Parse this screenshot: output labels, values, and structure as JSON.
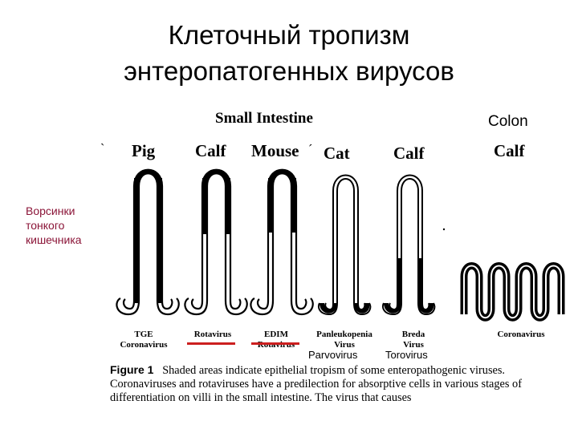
{
  "title": {
    "line1": "Клеточный тропизм",
    "line2": "энтеропатогенных вирусов"
  },
  "side_label": "Ворсинки тонкого кишечника",
  "group_headers": {
    "small_intestine": "Small Intestine",
    "colon": "Colon"
  },
  "animals": [
    "Pig",
    "Calf",
    "Mouse",
    "Cat",
    "Calf",
    "Calf"
  ],
  "captions": {
    "pig": [
      "TGE",
      "Coronavirus"
    ],
    "calf": [
      "Rotavirus"
    ],
    "mouse": [
      "EDIM",
      "Rotavirus"
    ],
    "cat": [
      "Panleukopenia",
      "Virus"
    ],
    "calf2": [
      "Breda",
      "Virus"
    ],
    "colon": [
      "Coronavirus"
    ]
  },
  "extra_labels": [
    "Parvovirus",
    "Torovirus"
  ],
  "figure_caption": {
    "label": "Figure 1",
    "text": "Shaded areas indicate epithelial tropism of some enteropathogenic viruses. Coronaviruses and rotaviruses have a predilection for absorptive cells in various stages of differentiation on villi in the small intestine. The virus that causes"
  },
  "colors": {
    "side_label": "#8b1538",
    "underline": "#cc1f1f"
  }
}
